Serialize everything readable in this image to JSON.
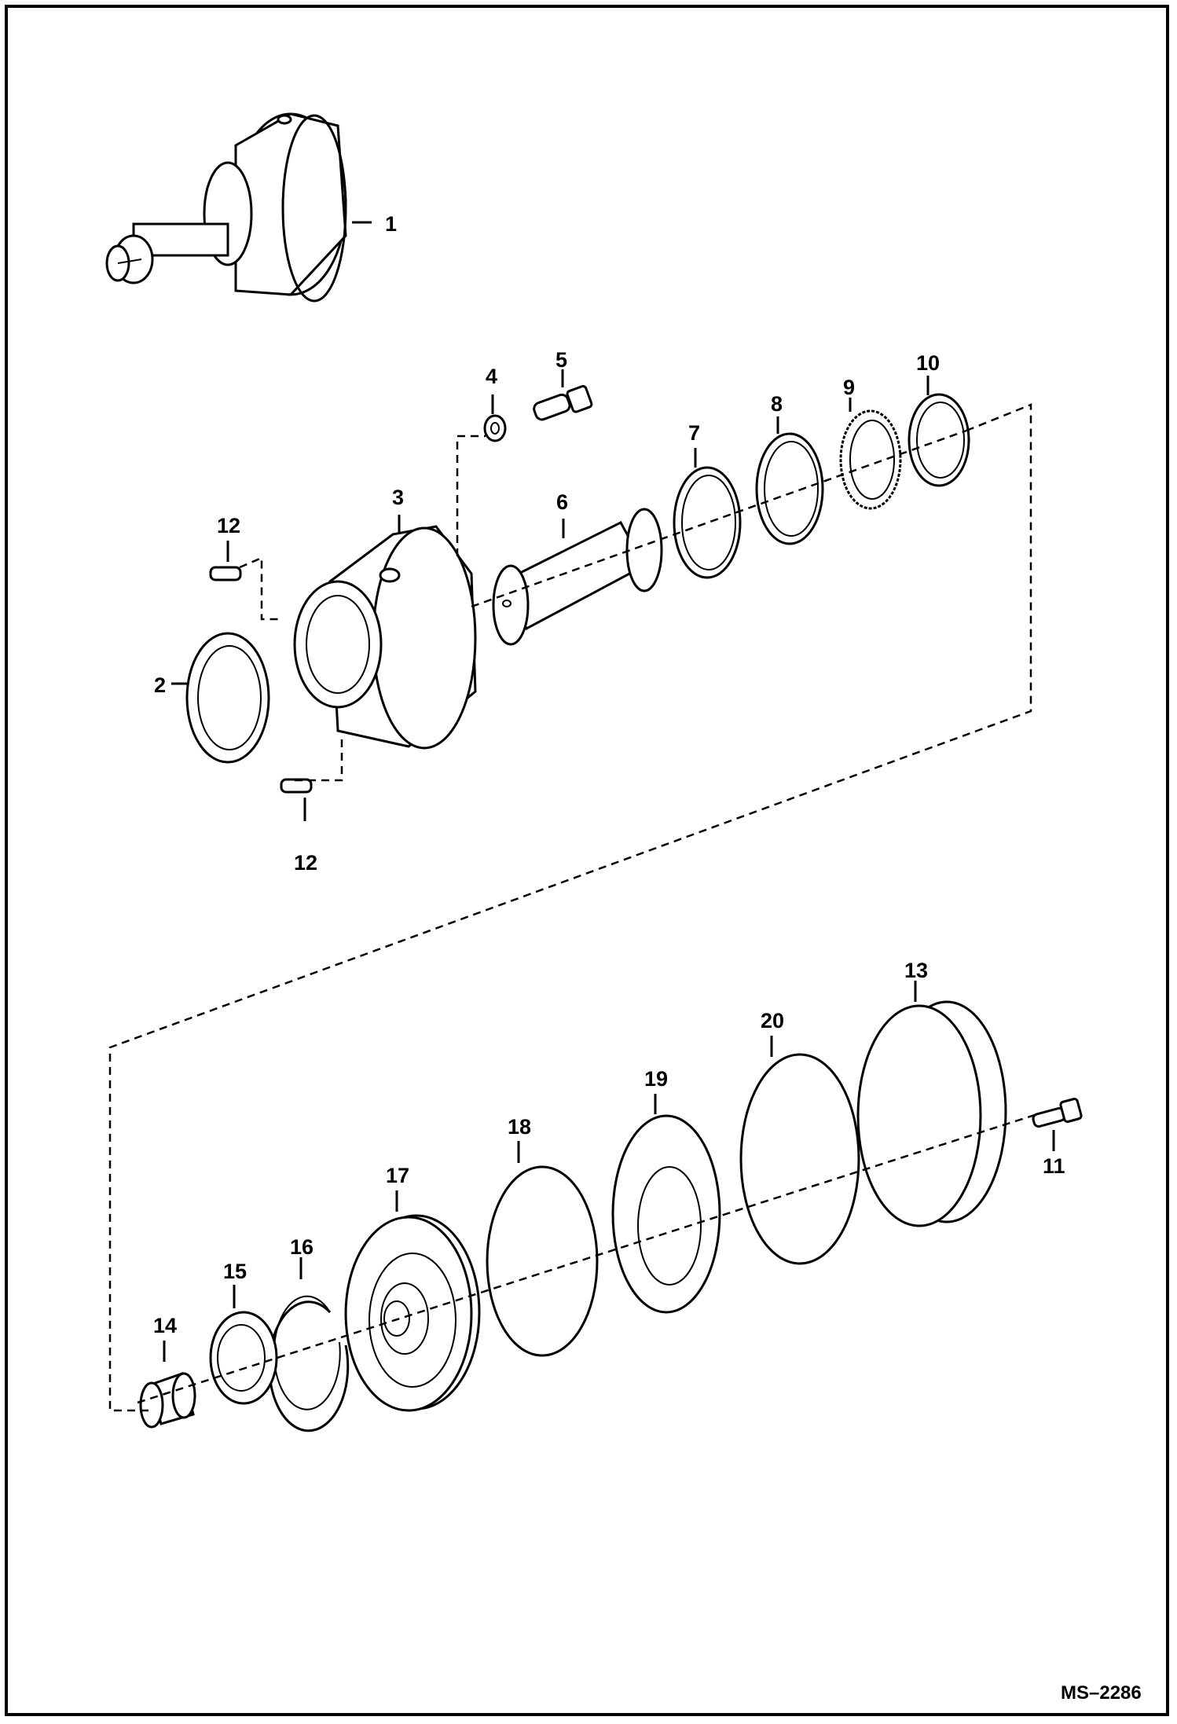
{
  "diagram": {
    "reference": "MS–2286",
    "callouts": [
      "1",
      "2",
      "3",
      "4",
      "5",
      "6",
      "7",
      "8",
      "9",
      "10",
      "11",
      "12",
      "12",
      "13",
      "14",
      "15",
      "16",
      "17",
      "18",
      "19",
      "20"
    ]
  },
  "colors": {
    "line": "#000000",
    "background": "#ffffff"
  }
}
